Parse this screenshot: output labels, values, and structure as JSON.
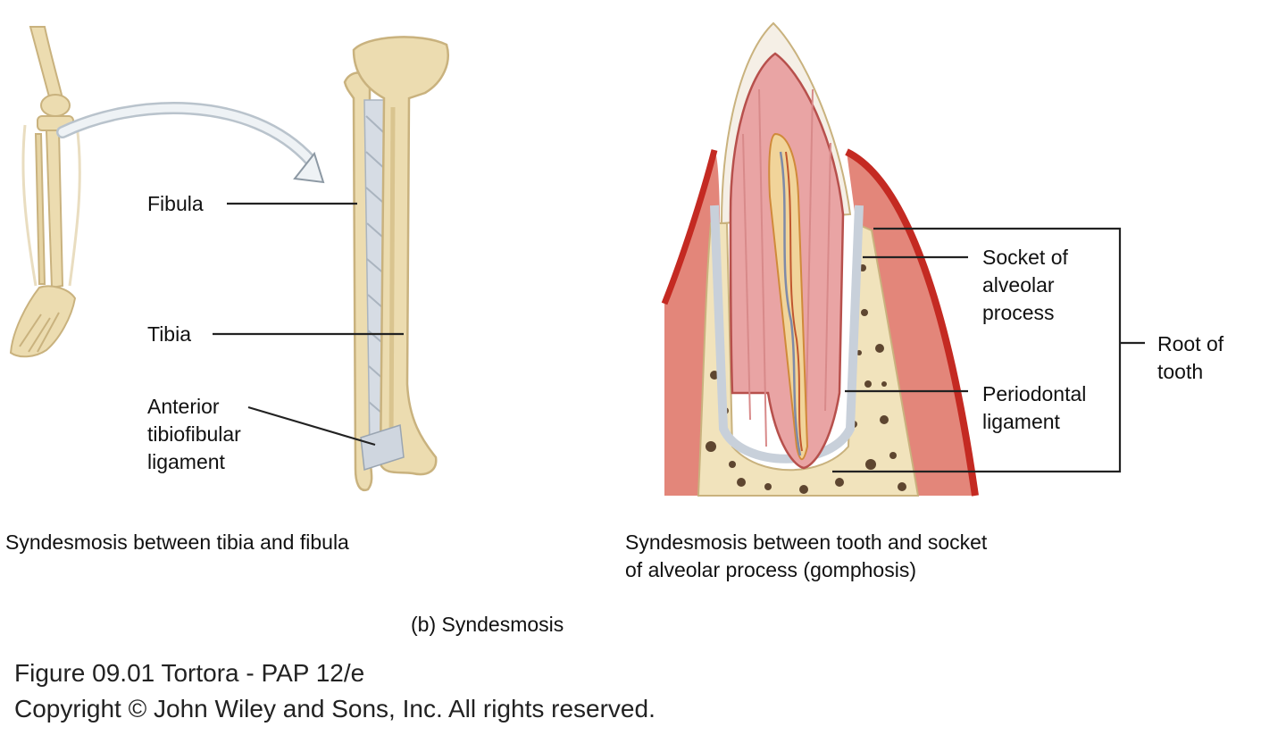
{
  "labels": {
    "fibula": "Fibula",
    "tibia": "Tibia",
    "anterior_ligament": [
      "Anterior",
      "tibiofibular",
      "ligament"
    ],
    "socket": [
      "Socket of",
      "alveolar",
      "process"
    ],
    "periodontal": [
      "Periodontal",
      "ligament"
    ],
    "root": [
      "Root of",
      "tooth"
    ]
  },
  "captions": {
    "left": "Syndesmosis between tibia and fibula",
    "right": [
      "Syndesmosis between tooth and socket",
      "of alveolar process (gomphosis)"
    ],
    "panel": "(b) Syndesmosis"
  },
  "footer": {
    "figure": "Figure 09.01  Tortora - PAP 12/e",
    "copyright": "Copyright © John Wiley and Sons, Inc. All rights reserved."
  },
  "colors": {
    "bone": "#ecdcb0",
    "bone_shadow": "#c9b27e",
    "ligament": "#d6dce4",
    "gum": "#e3867a",
    "gum_edge": "#c42a22",
    "pulp": "#e9a4a4",
    "enamel": "#f5efe6",
    "leader": "#222222"
  }
}
